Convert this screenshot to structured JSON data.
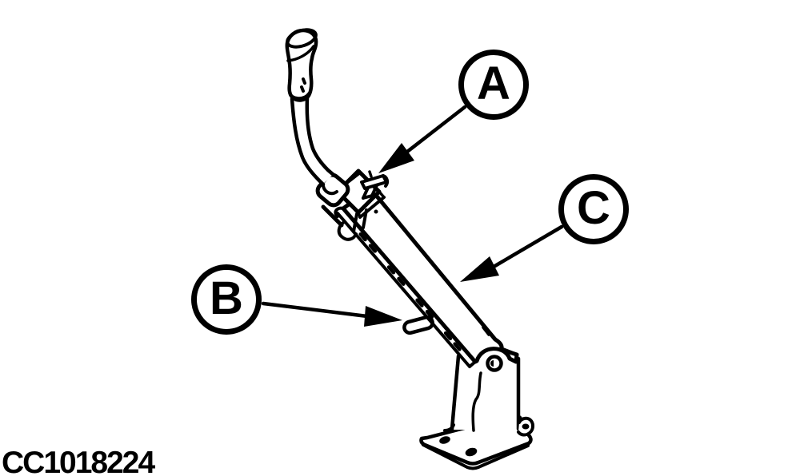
{
  "figure": {
    "code": "CC1018224",
    "callouts": [
      {
        "label": "A"
      },
      {
        "label": "B"
      },
      {
        "label": "C"
      }
    ],
    "colors": {
      "line": "#000000",
      "background": "#ffffff"
    }
  }
}
